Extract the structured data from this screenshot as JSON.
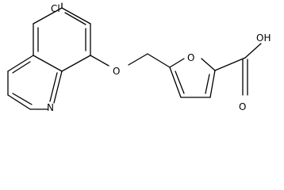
{
  "molecule": {
    "atoms": {
      "chlorine": "Cl",
      "ether_oxygen": "O",
      "quinoline_nitrogen": "N",
      "furan_oxygen": "O",
      "hydroxyl": "OH",
      "carbonyl_oxygen": "O"
    }
  }
}
